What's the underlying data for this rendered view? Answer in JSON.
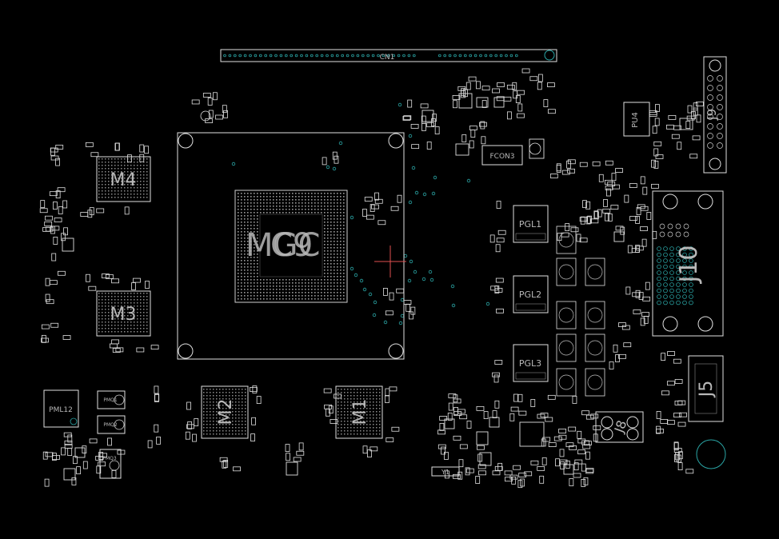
{
  "components": {
    "cn1": "CN1",
    "gpu_a": "MGC",
    "gpu_b": "C9",
    "m4": "M4",
    "m3": "M3",
    "m2": "M2",
    "m1": "M1",
    "j10": "J10",
    "j9": "J9",
    "j8": "J8",
    "j5": "J5",
    "pgl1": "PGL1",
    "pgl2": "PGL2",
    "pgl3": "PGL3",
    "pml12": "PML12",
    "pu4": "PU4",
    "fcon3": "FCON3",
    "y1": "Y1",
    "pmq1": "PMQ1",
    "pmq2": "PMQ2",
    "pmq3": "PMQ3"
  },
  "colors": {
    "background": "#000000",
    "outline": "#e0e0e0",
    "silk": "#b8b8b8",
    "via": "#2aa5a5",
    "marker": "#e05050"
  }
}
